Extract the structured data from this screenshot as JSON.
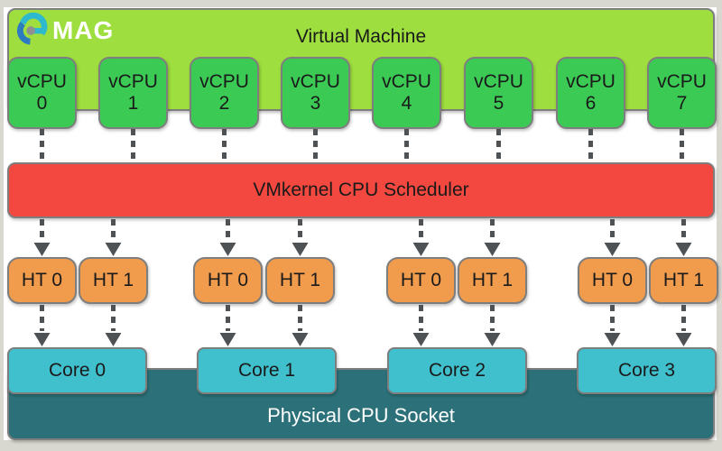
{
  "logo": {
    "text": "MAG"
  },
  "vm": {
    "title": "Virtual Machine"
  },
  "vcpus": [
    {
      "name": "vCPU",
      "num": "0"
    },
    {
      "name": "vCPU",
      "num": "1"
    },
    {
      "name": "vCPU",
      "num": "2"
    },
    {
      "name": "vCPU",
      "num": "3"
    },
    {
      "name": "vCPU",
      "num": "4"
    },
    {
      "name": "vCPU",
      "num": "5"
    },
    {
      "name": "vCPU",
      "num": "6"
    },
    {
      "name": "vCPU",
      "num": "7"
    }
  ],
  "scheduler": {
    "title": "VMkernel CPU Scheduler"
  },
  "hts": [
    "HT 0",
    "HT 1",
    "HT 0",
    "HT 1",
    "HT 0",
    "HT 1",
    "HT 0",
    "HT 1"
  ],
  "cores": [
    "Core 0",
    "Core 1",
    "Core 2",
    "Core 3"
  ],
  "socket": {
    "title": "Physical CPU Socket"
  },
  "colors": {
    "bg": "#d8d8d1",
    "canvas": "#ffffff",
    "vm_bar": "#9ede3e",
    "vcpu": "#3bcb54",
    "scheduler": "#f2483f",
    "ht": "#f19c4d",
    "core": "#3fc0cc",
    "socket": "#2c7179",
    "border": "#7e7e7e",
    "arrow": "#4e5254",
    "text": "#1a1a1a",
    "socket_text": "#ffffff",
    "logo_teal": "#2eb9ce",
    "logo_blue": "#2e7cc0",
    "logo_dot": "#8e9091",
    "logo_text": "#ffffff"
  }
}
